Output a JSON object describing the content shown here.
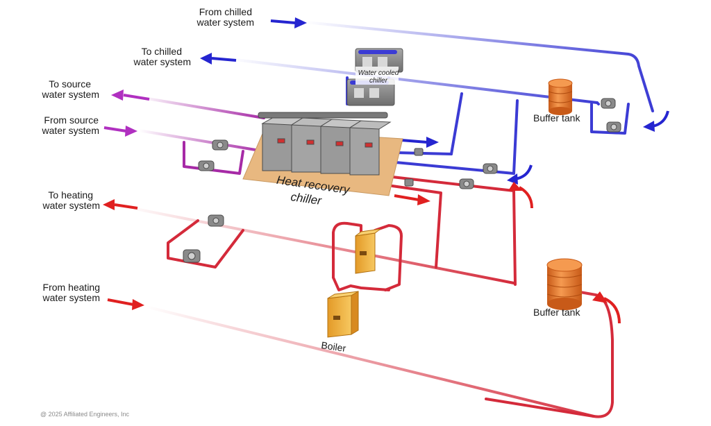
{
  "labels": {
    "from_chilled": [
      "From chilled",
      "water system"
    ],
    "to_chilled": [
      "To chilled",
      "water system"
    ],
    "to_source": [
      "To source",
      "water system"
    ],
    "from_source": [
      "From source",
      "water system"
    ],
    "to_heating": [
      "To heating",
      "water system"
    ],
    "from_heating": [
      "From heating",
      "water system"
    ],
    "water_cooled_chiller": [
      "Water cooled",
      "chiller"
    ],
    "buffer_tank_chilled": "Buffer tank",
    "heat_recovery_chiller": [
      "Heat recovery",
      "chiller"
    ],
    "buffer_tank_heating": "Buffer tank",
    "boiler": "Boiler"
  },
  "copyright": "@ 2025 Affiliated Engineers, Inc",
  "colors": {
    "chilled_pipe": "#3b3bd4",
    "source_pipe": "#a62aa6",
    "heating_pipe": "#d42a3a",
    "arrow_blue": "#2525d0",
    "arrow_red": "#e02020",
    "arrow_purple": "#b030c0",
    "tank_orange": "#f07a30",
    "boiler_yellow": "#f2b640",
    "chiller_gray": "#8e8e8e",
    "base_pad": "#e8b880"
  }
}
